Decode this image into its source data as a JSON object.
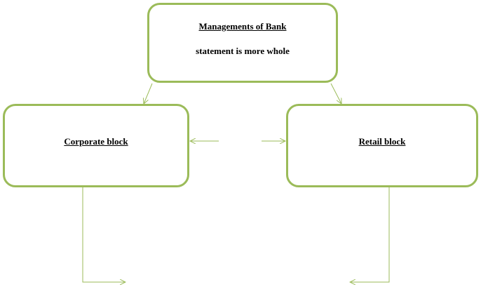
{
  "diagram": {
    "top_box": {
      "title": "Managements of Bank",
      "subtitle": "statement is more whole"
    },
    "left_box": {
      "title": "Corporate block"
    },
    "right_box": {
      "title": "Retail block"
    },
    "colors": {
      "box_border": "#9bbb59",
      "connector": "#9bbb59",
      "text": "#000000"
    }
  }
}
